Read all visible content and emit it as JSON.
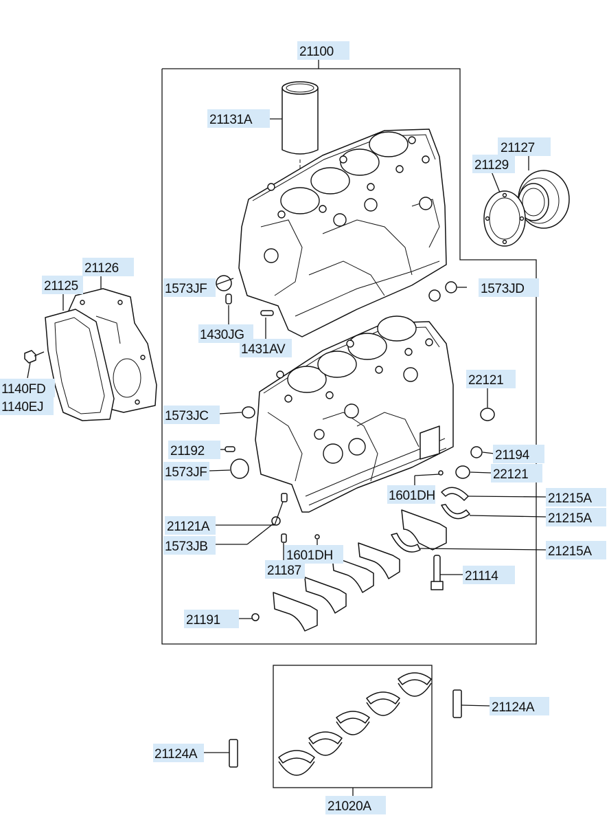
{
  "diagram": {
    "callouts": {
      "c21100": "21100",
      "c21131A": "21131A",
      "c21127": "21127",
      "c21129": "21129",
      "c21126": "21126",
      "c21125": "21125",
      "c1573JF_top": "1573JF",
      "c1573JD": "1573JD",
      "c1430JG": "1430JG",
      "c1431AV": "1431AV",
      "c1140FD": "1140FD",
      "c1140EJ": "1140EJ",
      "c22121_top": "22121",
      "c1573JC": "1573JC",
      "c21192": "21192",
      "c21194": "21194",
      "c1573JF_mid": "1573JF",
      "c22121_mid": "22121",
      "c1601DH_right": "1601DH",
      "c21215A_1": "21215A",
      "c21215A_2": "21215A",
      "c21121A": "21121A",
      "c1573JB": "1573JB",
      "c1601DH_bottom": "1601DH",
      "c21215A_3": "21215A",
      "c21187": "21187",
      "c21114": "21114",
      "c21191": "21191",
      "c21124A_right": "21124A",
      "c21124A_left": "21124A",
      "c21020A": "21020A"
    }
  }
}
